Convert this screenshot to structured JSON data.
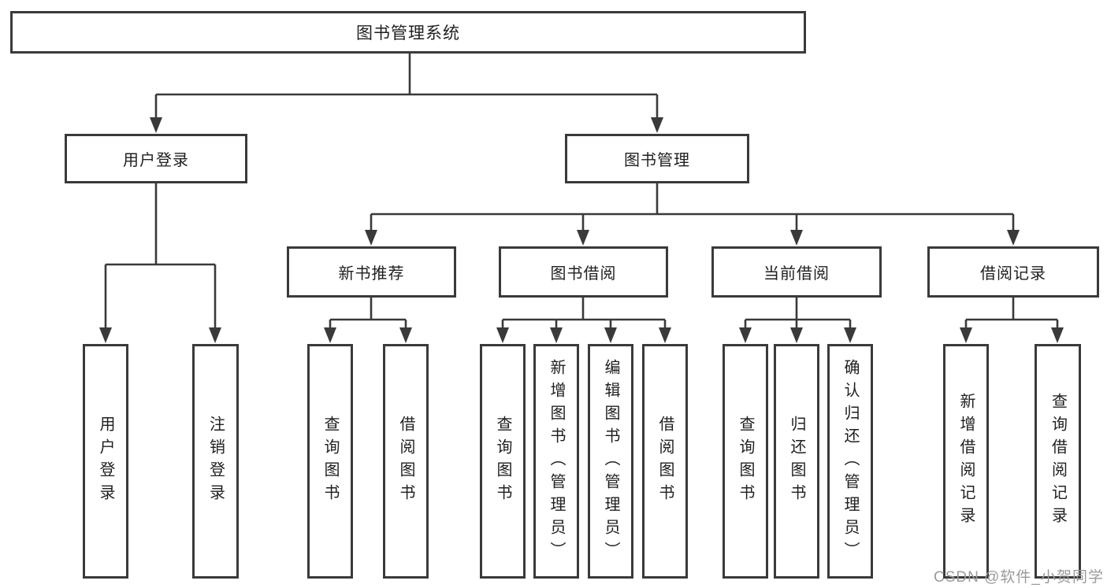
{
  "diagram": {
    "type": "hierarchy-tree",
    "colors": {
      "line": "#3a3a3a",
      "box_border": "#3a3a3a",
      "box_fill": "#ffffff",
      "text": "#1f1f1f",
      "watermark": "#9b9b9b"
    },
    "tree": {
      "root": {
        "label": "图书管理系统"
      },
      "login": {
        "label": "用户登录",
        "children": [
          "用户登录",
          "注销登录"
        ]
      },
      "mgmt": {
        "label": "图书管理",
        "sections": [
          {
            "label": "新书推荐",
            "children": [
              "查询图书",
              "借阅图书"
            ]
          },
          {
            "label": "图书借阅",
            "children": [
              "查询图书",
              "新增图书（管理员）",
              "编辑图书（管理员）",
              "借阅图书"
            ]
          },
          {
            "label": "当前借阅",
            "children": [
              "查询图书",
              "归还图书",
              "确认归还（管理员）"
            ]
          },
          {
            "label": "借阅记录",
            "children": [
              "新增借阅记录",
              "查询借阅记录"
            ]
          }
        ]
      }
    }
  },
  "watermark": {
    "text": "CSDN @软件_小贺同学"
  }
}
